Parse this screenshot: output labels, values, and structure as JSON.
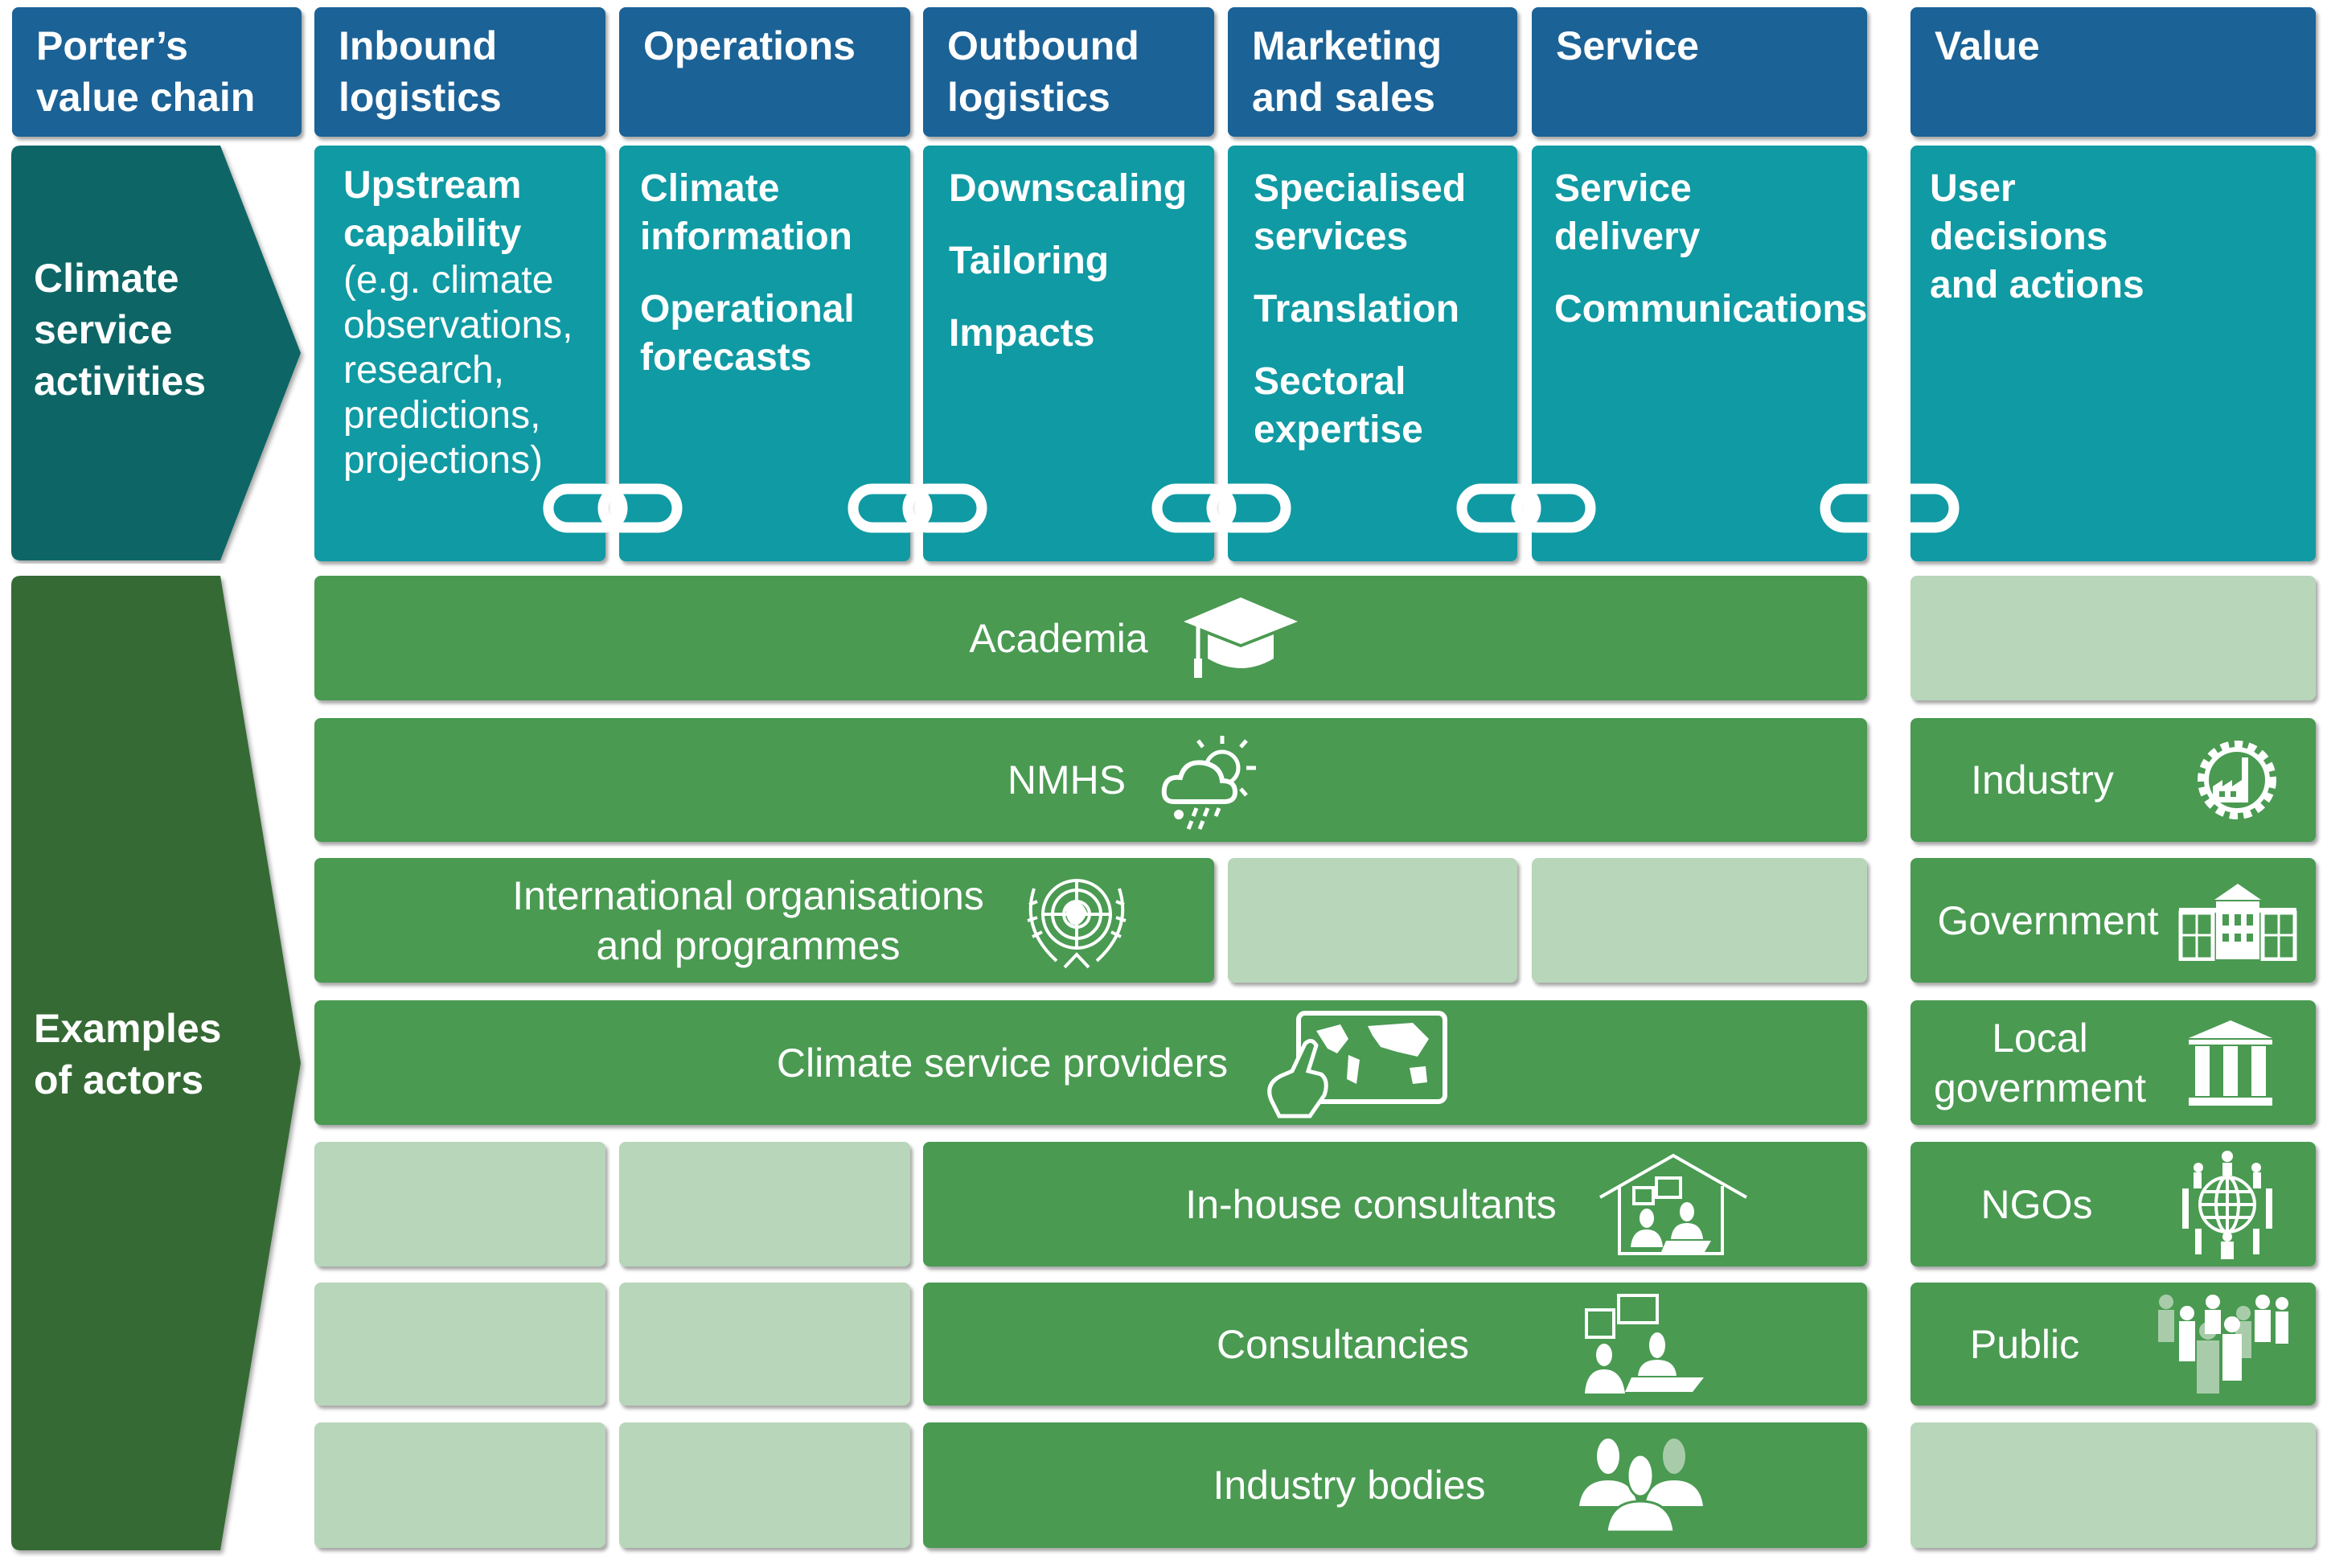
{
  "header": {
    "porter": "Porter’s value chain",
    "columns": [
      {
        "line1": "Inbound",
        "line2": "logistics"
      },
      {
        "line1": "Operations",
        "line2": ""
      },
      {
        "line1": "Outbound",
        "line2": "logistics"
      },
      {
        "line1": "Marketing",
        "line2": "and sales"
      },
      {
        "line1": "Service",
        "line2": ""
      },
      {
        "line1": "Value",
        "line2": ""
      }
    ]
  },
  "activities": {
    "row_label": [
      "Climate",
      "service",
      "activities"
    ],
    "inbound": {
      "bold": [
        "Upstream",
        "capability"
      ],
      "detail": [
        "(e.g. climate",
        "observations,",
        "research,",
        "predictions,",
        "projections)"
      ]
    },
    "operations": [
      [
        "Climate",
        "information"
      ],
      [
        "Operational",
        "forecasts"
      ]
    ],
    "outbound": [
      [
        "Downscaling"
      ],
      [
        "Tailoring"
      ],
      [
        "Impacts"
      ]
    ],
    "marketing": [
      [
        "Specialised",
        "services"
      ],
      [
        "Translation"
      ],
      [
        "Sectoral",
        "expertise"
      ]
    ],
    "service": [
      [
        "Service",
        "delivery"
      ],
      [
        "Communications"
      ]
    ],
    "value": [
      "User",
      "decisions",
      "and actions"
    ]
  },
  "actors": {
    "row_label": [
      "Examples",
      "of actors"
    ],
    "academia": "Academia",
    "nmhs": "NMHS",
    "intl": [
      "International organisations",
      "and programmes"
    ],
    "csp": "Climate service providers",
    "inhouse": "In-house consultants",
    "consultancies": "Consultancies",
    "industry_bodies": "Industry bodies"
  },
  "value_actors": {
    "industry": "Industry",
    "government": "Government",
    "local_government": [
      "Local",
      "government"
    ],
    "ngos": "NGOs",
    "public": "Public"
  },
  "colors": {
    "header_blue": "#1b6296",
    "activity_teal": "#109aa3",
    "activity_label_dark_teal": "#0f6665",
    "actor_label_dark_green": "#356a35",
    "actor_green": "#4a9a52",
    "empty_pale_green": "#b8d6ba"
  }
}
